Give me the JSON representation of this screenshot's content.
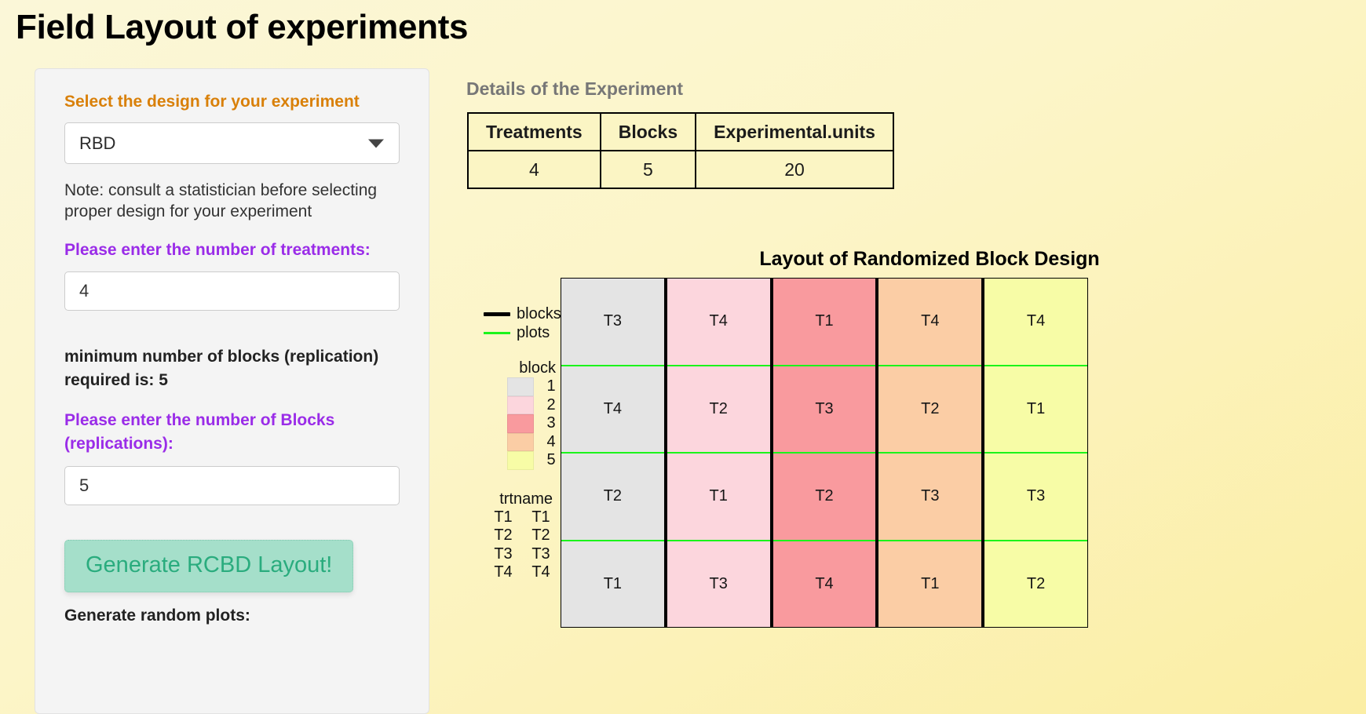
{
  "page": {
    "title": "Field Layout of experiments"
  },
  "sidebar": {
    "design_label": "Select the design for your experiment",
    "design_selected": "RBD",
    "design_options": [
      "RBD"
    ],
    "note": "Note: consult a statistician before selecting proper design for your experiment",
    "treatments_label": "Please enter the number of treatments:",
    "treatments_value": "4",
    "min_blocks_text": "minimum number of blocks (replication) required is: 5",
    "blocks_label": "Please enter the number of Blocks (replications):",
    "blocks_value": "5",
    "generate_button": "Generate RCBD Layout!",
    "generate_random_plots_label": "Generate random plots:"
  },
  "details": {
    "heading": "Details of the Experiment",
    "columns": [
      "Treatments",
      "Blocks",
      "Experimental.units"
    ],
    "row": [
      "4",
      "5",
      "20"
    ]
  },
  "chart_data": {
    "type": "table",
    "title": "Layout of Randomized Block Design",
    "legend": {
      "lines": [
        {
          "key": "blocks",
          "color": "#000000"
        },
        {
          "key": "plots",
          "color": "#1bf41b"
        }
      ],
      "block_legend_title": "block",
      "block_items": [
        {
          "label": "1",
          "color": "#e4e4e4"
        },
        {
          "label": "2",
          "color": "#fcd6dd"
        },
        {
          "label": "3",
          "color": "#f99a9e"
        },
        {
          "label": "4",
          "color": "#fbcda5"
        },
        {
          "label": "5",
          "color": "#f7fca6"
        }
      ],
      "trtname_title": "trtname",
      "trtname_items": [
        "T1",
        "T2",
        "T3",
        "T4"
      ]
    },
    "blocks": [
      {
        "block": "1",
        "color": "#e4e4e4",
        "plots": [
          "T3",
          "T4",
          "T2",
          "T1"
        ]
      },
      {
        "block": "2",
        "color": "#fcd6dd",
        "plots": [
          "T4",
          "T2",
          "T1",
          "T3"
        ]
      },
      {
        "block": "3",
        "color": "#f99a9e",
        "plots": [
          "T1",
          "T3",
          "T2",
          "T4"
        ]
      },
      {
        "block": "4",
        "color": "#fbcda5",
        "plots": [
          "T4",
          "T2",
          "T3",
          "T1"
        ]
      },
      {
        "block": "5",
        "color": "#f7fca6",
        "plots": [
          "T4",
          "T1",
          "T3",
          "T2"
        ]
      }
    ]
  },
  "colors": {
    "title_orange": "#d98009",
    "label_purple": "#9a2ce8",
    "button_bg": "#a5dfca",
    "button_text": "#2aac7e",
    "plot_line": "#1bf41b"
  }
}
